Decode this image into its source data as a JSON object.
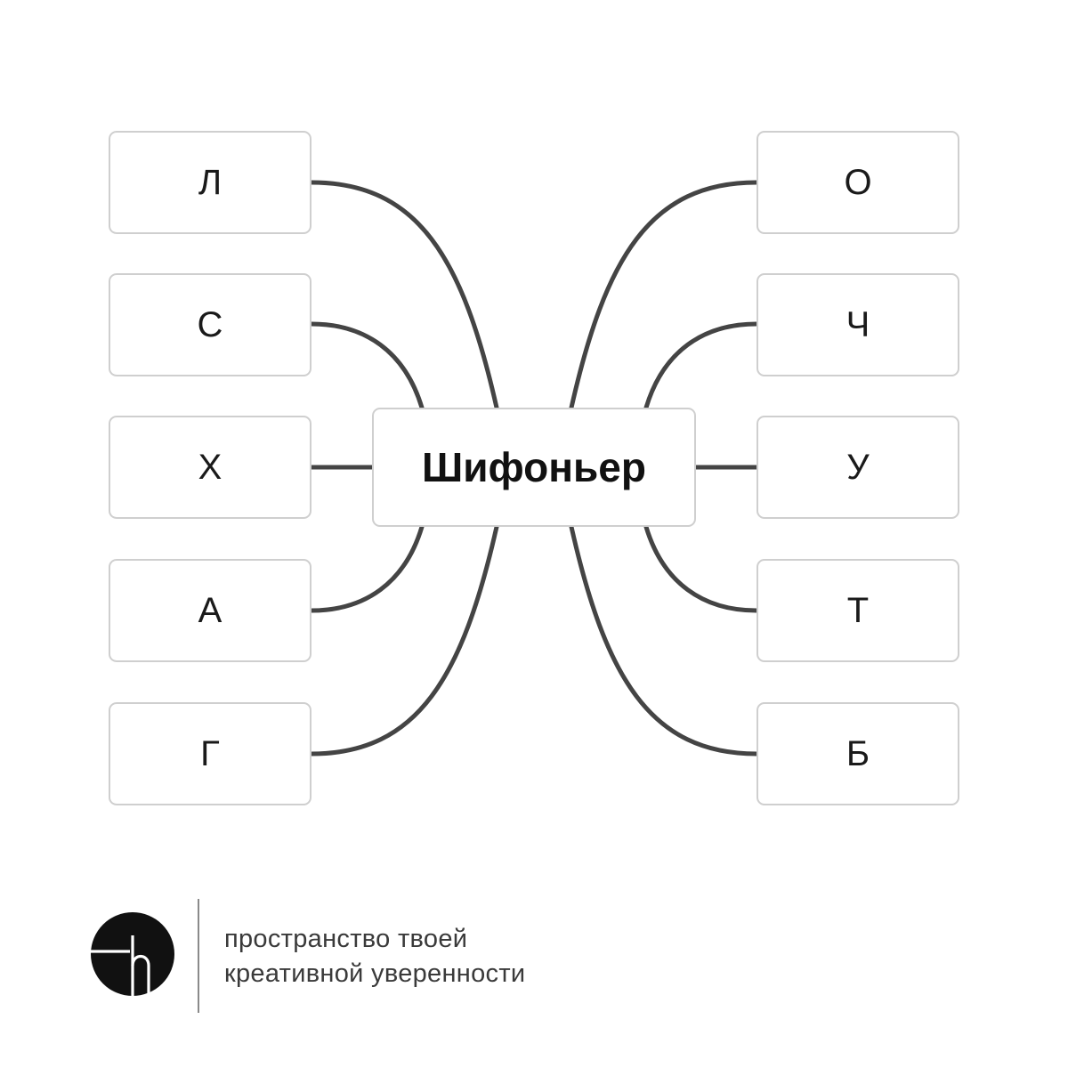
{
  "diagram": {
    "center": {
      "label": "Шифоньер"
    },
    "left_items": [
      {
        "label": "Л"
      },
      {
        "label": "С"
      },
      {
        "label": "Х"
      },
      {
        "label": "А"
      },
      {
        "label": "Г"
      }
    ],
    "right_items": [
      {
        "label": "О"
      },
      {
        "label": "Ч"
      },
      {
        "label": "У"
      },
      {
        "label": "Т"
      },
      {
        "label": "Б"
      }
    ],
    "line_color": "#444444",
    "border_color": "#cfcfcf"
  },
  "footer": {
    "logo_icon": "brand-logo-icon",
    "tagline_line1": "пространство твоей",
    "tagline_line2": "креативной уверенности"
  }
}
